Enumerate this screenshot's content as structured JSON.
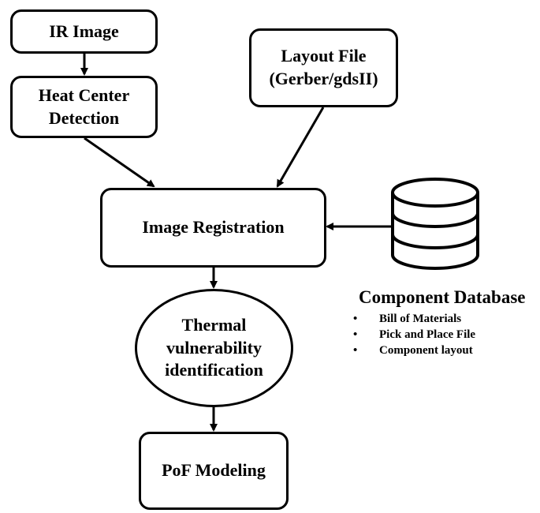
{
  "nodes": {
    "ir_image": "IR Image",
    "heat_center": "Heat Center\nDetection",
    "layout_file": "Layout File\n(Gerber/gdsII)",
    "image_registration": "Image Registration",
    "thermal": "Thermal\nvulnerability\nidentification",
    "pof": "PoF Modeling"
  },
  "database": {
    "title": "Component Database",
    "icon": "database-cylinder-icon",
    "items": [
      "Bill of Materials",
      "Pick and Place File",
      "Component layout"
    ]
  },
  "edges": [
    {
      "from": "IR Image",
      "to": "Heat Center Detection"
    },
    {
      "from": "Heat Center Detection",
      "to": "Image Registration"
    },
    {
      "from": "Layout File (Gerber/gdsII)",
      "to": "Image Registration"
    },
    {
      "from": "Component Database",
      "to": "Image Registration"
    },
    {
      "from": "Image Registration",
      "to": "Thermal vulnerability identification"
    },
    {
      "from": "Thermal vulnerability identification",
      "to": "PoF Modeling"
    }
  ]
}
